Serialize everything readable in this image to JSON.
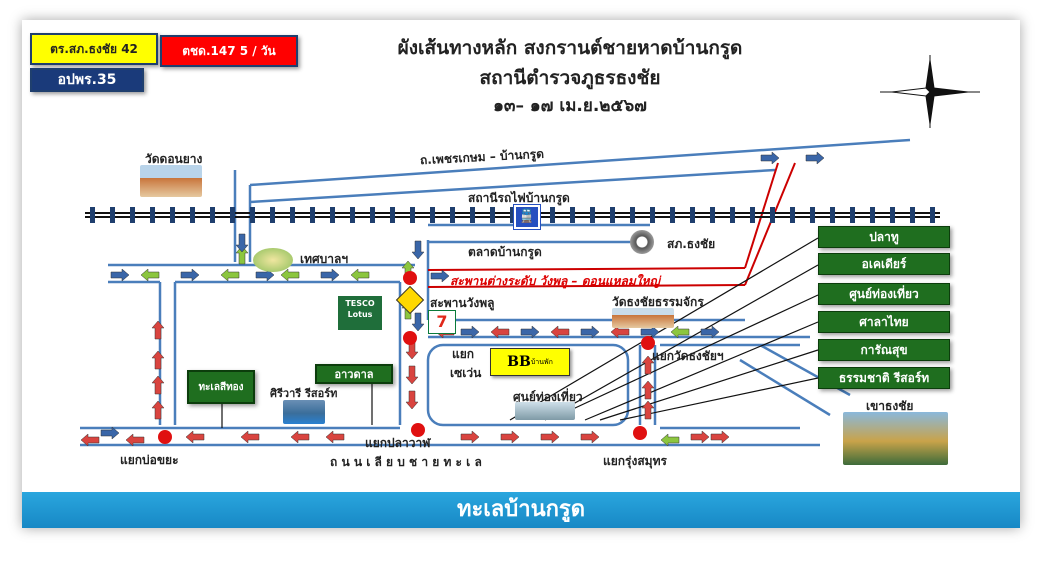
{
  "badges": {
    "police": "ตร.สภ.ธงชัย 42",
    "border_police": "ตชด.147  5 / วัน",
    "volunteers": "อปพร.35"
  },
  "title": {
    "line1": "ผังเส้นทางหลัก สงกรานต์ชายหาดบ้านกรูด",
    "line2": "สถานีตำรวจภูธรธงชัย",
    "line3": "๑๓– ๑๗ เม.ย.๒๕๖๗"
  },
  "places": {
    "wat_don_yang": "วัดดอนยาง",
    "phetkasem_road": "ถ.เพชรเกษม – บ้านกรูด",
    "train_station": "สถานีรถไฟบ้านกรูด",
    "market": "ตลาดบ้านกรูด",
    "police_station": "สภ.ธงชัย",
    "municipality": "เทศบาลฯ",
    "interchange": "สะพานต่างระดับ วังพลู – ดอนแหลมใหญ่",
    "wangphlu_bridge": "สะพานวังพลู",
    "wat_thongchai": "วัดธงชัยธรรมจักร",
    "tesco": "TESCO Lotus",
    "seven_junction_1": "แยก",
    "seven_junction_2": "เซเว่น",
    "bb": "BB",
    "bb_sub": "บ้านพัก",
    "wat_junction": "แยกวัดธงชัยฯ",
    "thale_si_thong": "ทะเลสีทอง",
    "ao_dan": "อาวดาล",
    "siriwari": "ศิรีวารี รีสอร์ท",
    "tourist_center_map": "ศูนย์ท่องเที่ยว",
    "pla_wan_junction": "แยกปลาวาฬ",
    "bo_khaya_junction": "แยกบ่อขยะ",
    "beach_road": "ถ น น เ ลี ย บ ช า ย ท ะ เ ล",
    "rung_samut_junction": "แยกรุ่งสมุทร",
    "khao_thongchai": "เขาธงชัย"
  },
  "right_labels": [
    "ปลาทู",
    "อเคเดียร์",
    "ศูนย์ท่องเที่ยว",
    "ศาลาไทย",
    "การัณสุข",
    "ธรรมชาติ รีสอร์ท"
  ],
  "footer": "ทะเลบ้านกรูด",
  "colors": {
    "road": "#4a7ebb",
    "red_arrow": "#d9443f",
    "blue_arrow": "#3a66a8",
    "green_arrow": "#8cc63f",
    "footer": "#1e95d2"
  }
}
